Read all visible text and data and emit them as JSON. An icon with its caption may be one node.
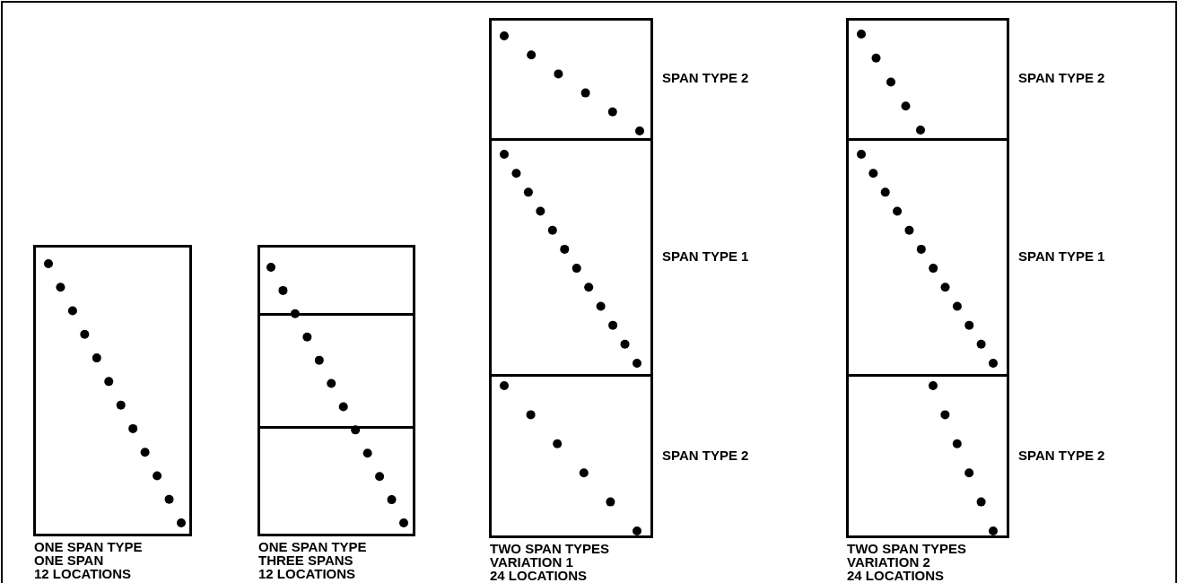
{
  "diagram": {
    "nodes": [
      {
        "text": [],
        "shape": "box",
        "beside": [
          "ONE SPAN TYPE ONE SPAN 12 LOCATIONS"
        ]
      },
      {
        "text": [],
        "shape": "box",
        "beside": [
          "ONE SPAN TYPE THREE SPANS 12 LOCATIONS"
        ]
      },
      {
        "text": [],
        "shape": "box",
        "in": 1
      },
      {
        "text": [],
        "shape": "box",
        "in": 1
      },
      {
        "text": [],
        "shape": "box",
        "in": 1
      },
      {
        "text": [],
        "shape": "box",
        "beside": [
          "TWO SPAN TYPES VARIATION 1 24 LOCATIONS"
        ]
      },
      {
        "text": [],
        "shape": "box",
        "in": 5,
        "beside": [
          "SPAN TYPE 2"
        ]
      },
      {
        "text": [],
        "shape": "box",
        "in": 5,
        "beside": [
          "SPAN TYPE 1"
        ]
      },
      {
        "text": [],
        "shape": "box",
        "in": 5,
        "beside": [
          "SPAN TYPE 2"
        ]
      },
      {
        "text": [],
        "shape": "box",
        "beside": [
          "TWO SPAN TYPES VARIATION 2 24 LOCATIONS"
        ]
      },
      {
        "text": [],
        "shape": "box",
        "in": 9,
        "beside": [
          "SPAN TYPE 2"
        ]
      },
      {
        "text": [],
        "shape": "box",
        "in": 9,
        "beside": [
          "SPAN TYPE 1"
        ]
      },
      {
        "text": [],
        "shape": "box",
        "in": 9,
        "beside": [
          "SPAN TYPE 2"
        ]
      }
    ]
  }
}
